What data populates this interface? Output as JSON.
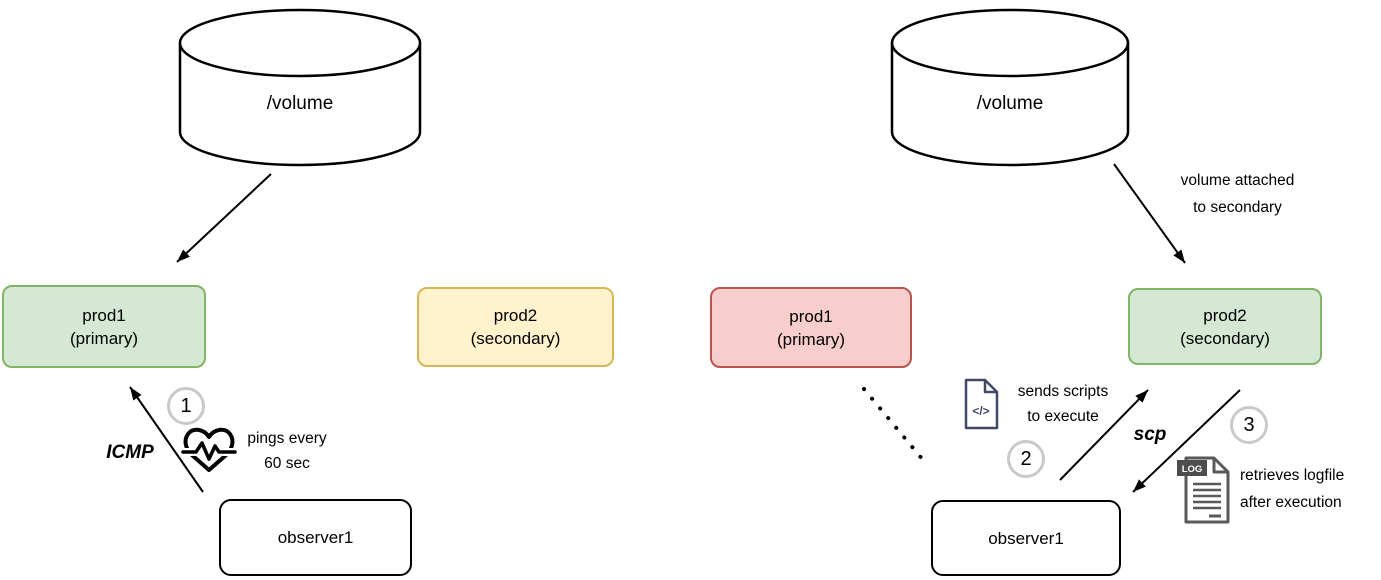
{
  "left_panel": {
    "volume": {
      "label": "/volume"
    },
    "prod1": {
      "name": "prod1",
      "role": "(primary)"
    },
    "prod2": {
      "name": "prod2",
      "role": "(secondary)"
    },
    "observer": {
      "label": "observer1"
    },
    "step1": {
      "number": "1",
      "protocol": "ICMP",
      "note_line1": "pings every",
      "note_line2": "60 sec"
    }
  },
  "right_panel": {
    "volume": {
      "label": "/volume"
    },
    "attach_note_line1": "volume attached",
    "attach_note_line2": "to secondary",
    "prod1": {
      "name": "prod1",
      "role": "(primary)"
    },
    "prod2": {
      "name": "prod2",
      "role": "(secondary)"
    },
    "observer": {
      "label": "observer1"
    },
    "step2": {
      "number": "2",
      "note_line1": "sends scripts",
      "note_line2": "to execute",
      "icon_glyph": "</>"
    },
    "step3": {
      "number": "3",
      "protocol": "scp",
      "note_line1": "retrieves logfile",
      "note_line2": "after execution",
      "icon_badge": "LOG"
    }
  },
  "colors": {
    "healthy_fill": "#d5e8d4",
    "healthy_border": "#82b366",
    "standby_fill": "#fff2cc",
    "standby_border": "#d6b656",
    "failed_fill": "#f8cecc",
    "failed_border": "#b85450",
    "step_circle_ring": "#c9c9c9",
    "script_icon_color": "#3f4b66",
    "logfile_icon_color": "#595959",
    "line_color": "#000000"
  }
}
